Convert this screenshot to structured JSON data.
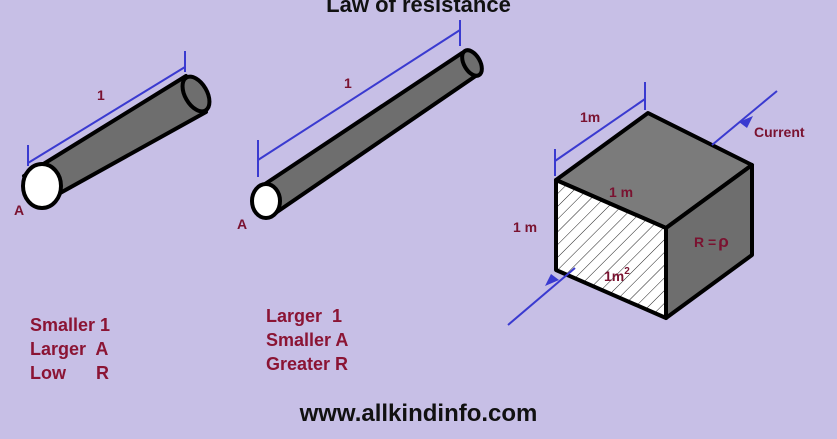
{
  "title": "Law of resistance",
  "footer": "www.allkindinfo.com",
  "rod1": {
    "length_label": "1",
    "area_label": "A"
  },
  "rod2": {
    "length_label": "1",
    "area_label": "A"
  },
  "cube": {
    "top_edge_label": "1m",
    "top_face_label": "1 m",
    "side_label": "1 m",
    "front_area_label": "1m",
    "front_area_exponent": "2",
    "resistance_label": "R =",
    "resistance_symbol": "ρ",
    "current_label": "Current"
  },
  "captions": {
    "left": [
      "Smaller 1",
      "Larger  A",
      "Low      R"
    ],
    "middle": [
      "Larger  1",
      "Smaller A",
      "Greater R"
    ]
  },
  "colors": {
    "background": "#c7bfe6",
    "rod_body": "#6e6e6e",
    "cube_top": "#7b7b7b",
    "cube_side": "#6e6e6e",
    "dimension_line": "#3a3ad0",
    "label_text": "#7a1230"
  }
}
